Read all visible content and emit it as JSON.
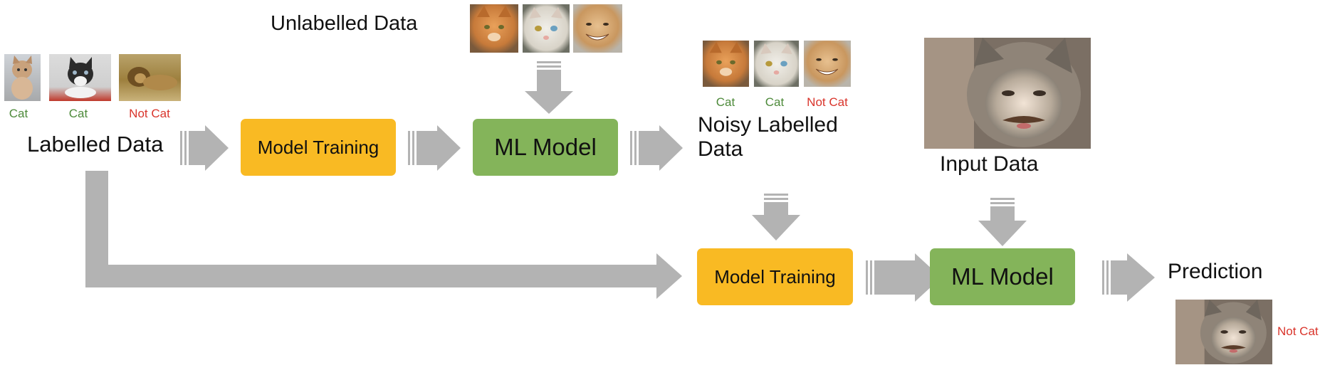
{
  "colors": {
    "arrow": "#b3b3b3",
    "training_box": "#f9ba23",
    "model_box": "#84b45a",
    "label_positive": "#4d8a3a",
    "label_negative": "#d9342b"
  },
  "unlabelled": {
    "title": "Unlabelled Data",
    "images": [
      {
        "icon": "orange-cat-photo"
      },
      {
        "icon": "white-cat-photo"
      },
      {
        "icon": "smiling-cat-photo"
      }
    ]
  },
  "labelled": {
    "title": "Labelled Data",
    "images": [
      {
        "icon": "kitten-photo",
        "label": "Cat",
        "color": "#4d8a3a"
      },
      {
        "icon": "black-white-cat-photo",
        "label": "Cat",
        "color": "#4d8a3a"
      },
      {
        "icon": "lion-photo",
        "label": "Not Cat",
        "color": "#d9342b"
      }
    ]
  },
  "noisy": {
    "title_line1": "Noisy Labelled",
    "title_line2": "Data",
    "images": [
      {
        "icon": "orange-cat-photo",
        "label": "Cat",
        "color": "#4d8a3a"
      },
      {
        "icon": "white-cat-photo",
        "label": "Cat",
        "color": "#4d8a3a"
      },
      {
        "icon": "smiling-cat-photo",
        "label": "Not Cat",
        "color": "#d9342b"
      }
    ]
  },
  "input": {
    "title": "Input Data",
    "image": {
      "icon": "human-faced-cat-photo"
    }
  },
  "top_row": {
    "training_label": "Model Training",
    "model_label": "ML Model"
  },
  "bottom_row": {
    "training_label": "Model Training",
    "model_label": "ML Model"
  },
  "prediction": {
    "title": "Prediction",
    "image": {
      "icon": "human-faced-cat-photo"
    },
    "label": "Not Cat",
    "color": "#d9342b"
  }
}
